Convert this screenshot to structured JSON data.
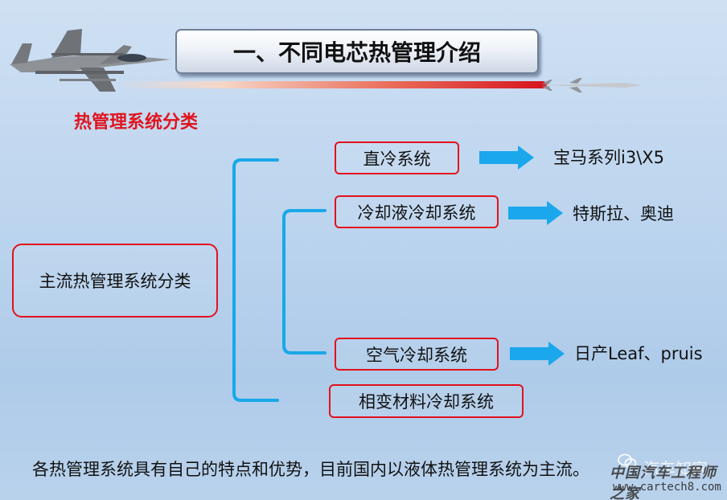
{
  "title": "一、不同电芯热管理介绍",
  "subtitle": "热管理系统分类",
  "root": {
    "label": "主流热管理系统分类"
  },
  "branches": [
    {
      "label": "直冷系统",
      "result": "宝马系列i3\\X5"
    },
    {
      "label": "冷却液冷却系统",
      "result": "特斯拉、奥迪"
    },
    {
      "label": "空气冷却系统",
      "result": "日产Leaf、pruis"
    },
    {
      "label": "相变材料冷却系统"
    }
  ],
  "footer": {
    "note": "各热管理系统具有自己的特点和优势，目前国内以液体热管理系统为主流。"
  },
  "watermark": {
    "name": "中国汽车工程师之家",
    "url": "www.cartech8.com",
    "handle": "汽车知家"
  },
  "colors": {
    "box_border": "#e3121c",
    "bracket": "#19a8e8",
    "arrow": "#1aa7ec",
    "subtitle": "#e0141e"
  },
  "icons": [
    "fighter-jet-icon",
    "missile-icon",
    "wechat-icon"
  ]
}
